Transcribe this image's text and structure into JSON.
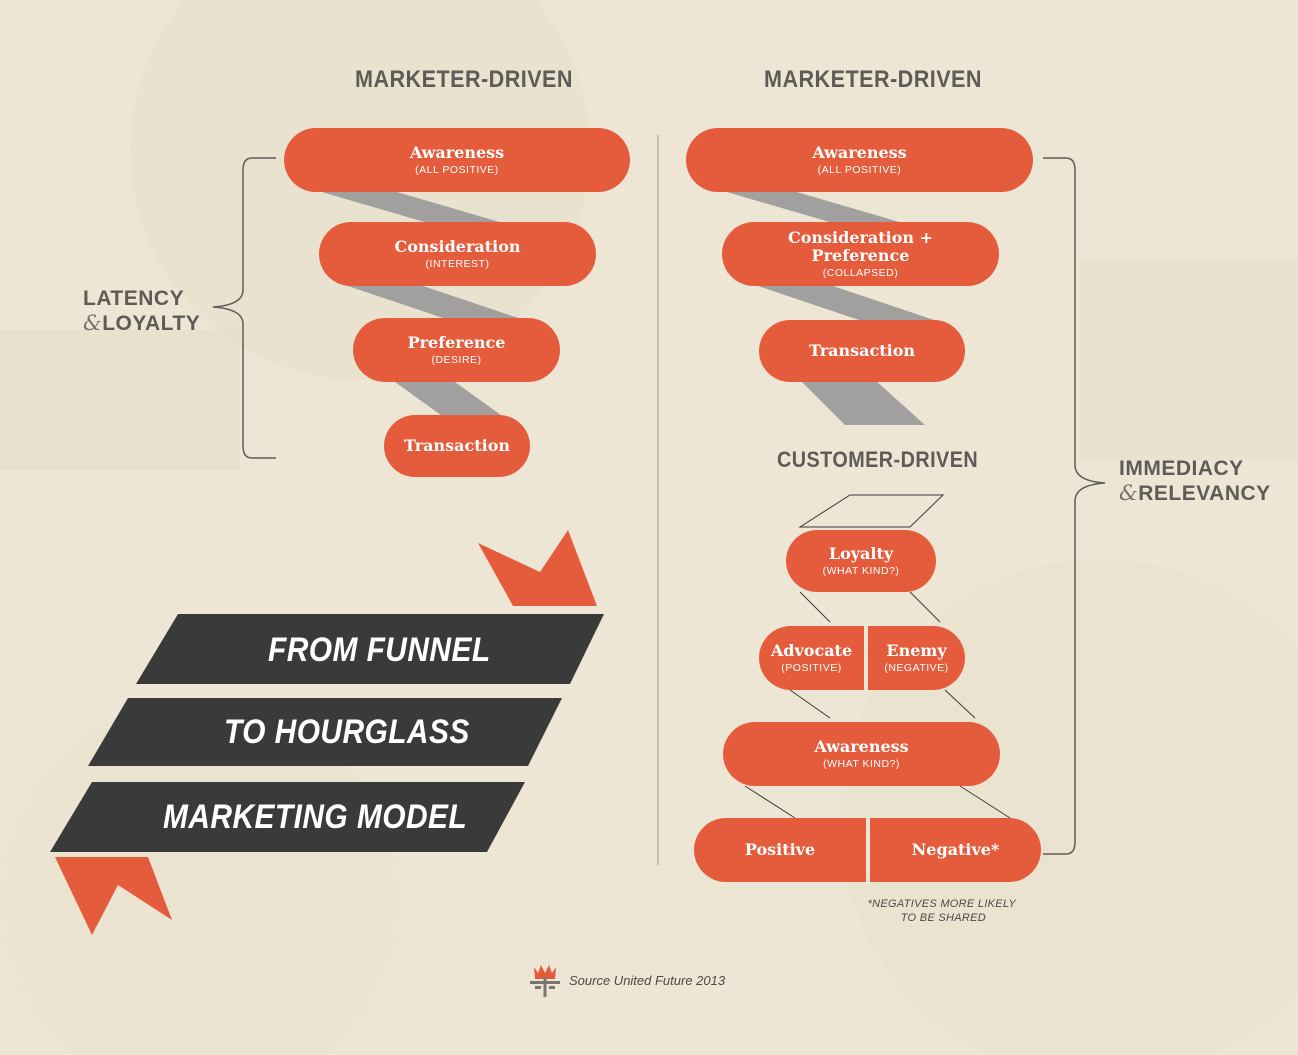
{
  "colors": {
    "accent": "#e55c3d",
    "dark": "#3a3a3a",
    "gray_band": "#a2a09e",
    "text": "#5f5b57",
    "background": "#ede6d4"
  },
  "left_column": {
    "heading": "MARKETER-DRIVEN",
    "side_label": {
      "line1": "LATENCY",
      "amp": "&",
      "line2": "LOYALTY"
    },
    "stages": [
      {
        "title": "Awareness",
        "subtitle": "(ALL POSITIVE)"
      },
      {
        "title": "Consideration",
        "subtitle": "(INTEREST)"
      },
      {
        "title": "Preference",
        "subtitle": "(DESIRE)"
      },
      {
        "title": "Transaction",
        "subtitle": ""
      }
    ]
  },
  "right_column": {
    "heading": "MARKETER-DRIVEN",
    "stages": [
      {
        "title": "Awareness",
        "subtitle": "(ALL POSITIVE)"
      },
      {
        "title": "Consideration +\nPreference",
        "subtitle": "(COLLAPSED)"
      },
      {
        "title": "Transaction",
        "subtitle": ""
      }
    ],
    "customer_heading": "CUSTOMER-DRIVEN",
    "customer_stages": {
      "loyalty": {
        "title": "Loyalty",
        "subtitle": "(WHAT KIND?)"
      },
      "advocate": {
        "title": "Advocate",
        "subtitle": "(POSITIVE)"
      },
      "enemy": {
        "title": "Enemy",
        "subtitle": "(NEGATIVE)"
      },
      "awareness": {
        "title": "Awareness",
        "subtitle": "(WHAT KIND?)"
      },
      "positive": {
        "title": "Positive"
      },
      "negative": {
        "title": "Negative*"
      }
    },
    "side_label": {
      "line1": "IMMEDIACY",
      "amp": "&",
      "line2": "RELEVANCY"
    },
    "footnote": {
      "line1": "*NEGATIVES MORE LIKELY",
      "line2": "TO BE SHARED"
    }
  },
  "banner": {
    "lines": [
      "FROM FUNNEL",
      "TO HOURGLASS",
      "MARKETING MODEL"
    ]
  },
  "source": {
    "text": "Source United Future 2013",
    "logo_icon": "united-future-logo-icon"
  }
}
